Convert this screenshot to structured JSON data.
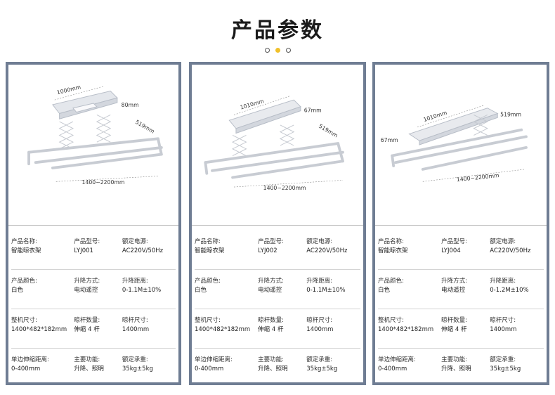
{
  "title": "产品参数",
  "cards": [
    {
      "dims": {
        "length": "1000mm",
        "height": "80mm",
        "width": "519mm",
        "range": "1400~2200mm"
      },
      "rows": [
        [
          {
            "label": "产品名称:",
            "value": "智能晾衣架"
          },
          {
            "label": "产品型号:",
            "value": "LYJ001"
          },
          {
            "label": "额定电源:",
            "value": "AC220V/50Hz"
          }
        ],
        [
          {
            "label": "产品颜色:",
            "value": "白色"
          },
          {
            "label": "升降方式:",
            "value": "电动遥控"
          },
          {
            "label": "升降距离:",
            "value": "0-1.1M±10%"
          }
        ],
        [
          {
            "label": "整机尺寸:",
            "value": "1400*482*182mm"
          },
          {
            "label": "晾杆数量:",
            "value": "伸缩 4 杆"
          },
          {
            "label": "晾杆尺寸:",
            "value": "1400mm"
          }
        ],
        [
          {
            "label": "单边伸缩距离:",
            "value": "0-400mm"
          },
          {
            "label": "主要功能:",
            "value": "升降、照明"
          },
          {
            "label": "额定承重:",
            "value": "35kg±5kg"
          }
        ]
      ]
    },
    {
      "dims": {
        "length": "1010mm",
        "height": "67mm",
        "width": "519mm",
        "range": "1400~2200mm"
      },
      "rows": [
        [
          {
            "label": "产品名称:",
            "value": "智能晾衣架"
          },
          {
            "label": "产品型号:",
            "value": "LYJ002"
          },
          {
            "label": "额定电源:",
            "value": "AC220V/50Hz"
          }
        ],
        [
          {
            "label": "产品颜色:",
            "value": "白色"
          },
          {
            "label": "升降方式:",
            "value": "电动遥控"
          },
          {
            "label": "升降距离:",
            "value": "0-1.1M±10%"
          }
        ],
        [
          {
            "label": "整机尺寸:",
            "value": "1400*482*182mm"
          },
          {
            "label": "晾杆数量:",
            "value": "伸缩 4 杆"
          },
          {
            "label": "晾杆尺寸:",
            "value": "1400mm"
          }
        ],
        [
          {
            "label": "单边伸缩距离:",
            "value": "0-400mm"
          },
          {
            "label": "主要功能:",
            "value": "升降、照明"
          },
          {
            "label": "额定承重:",
            "value": "35kg±5kg"
          }
        ]
      ]
    },
    {
      "dims": {
        "length": "1010mm",
        "height": "67mm",
        "width": "519mm",
        "range": "1400~2200mm"
      },
      "rows": [
        [
          {
            "label": "产品名称:",
            "value": "智能晾衣架"
          },
          {
            "label": "产品型号:",
            "value": "LYJ004"
          },
          {
            "label": "额定电源:",
            "value": "AC220V/50Hz"
          }
        ],
        [
          {
            "label": "产品颜色:",
            "value": "白色"
          },
          {
            "label": "升降方式:",
            "value": "电动遥控"
          },
          {
            "label": "升降距离:",
            "value": "0-1.2M±10%"
          }
        ],
        [
          {
            "label": "整机尺寸:",
            "value": "1400*482*182mm"
          },
          {
            "label": "晾杆数量:",
            "value": "伸缩 4 杆"
          },
          {
            "label": "晾杆尺寸:",
            "value": "1400mm"
          }
        ],
        [
          {
            "label": "单边伸缩距离:",
            "value": "0-400mm"
          },
          {
            "label": "主要功能:",
            "value": "升降、照明"
          },
          {
            "label": "额定承重:",
            "value": "35kg±5kg"
          }
        ]
      ]
    }
  ]
}
